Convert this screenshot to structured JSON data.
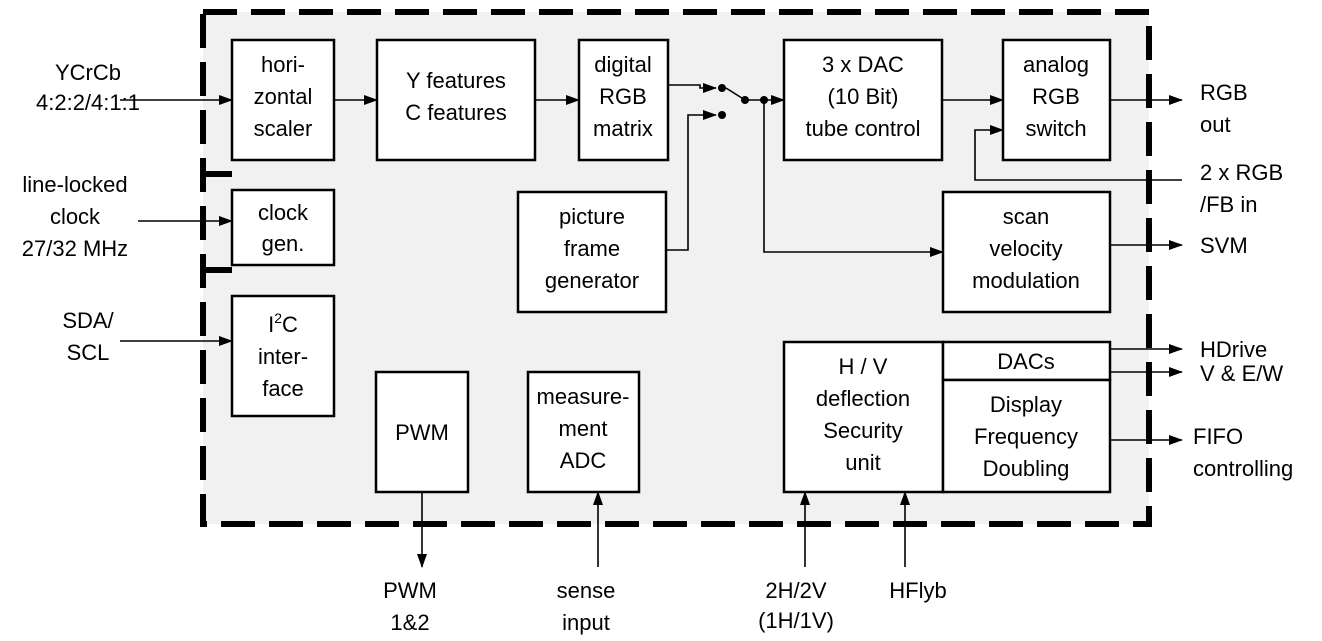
{
  "inputs": {
    "ycrcb": [
      "YCrCb",
      "4:2:2/4:1:1"
    ],
    "clock": [
      "line-locked",
      "clock",
      "27/32 MHz"
    ],
    "sda": [
      "SDA/",
      "SCL"
    ]
  },
  "blocks": {
    "scaler": [
      "hori-",
      "zontal",
      "scaler"
    ],
    "features": [
      "Y features",
      "C features"
    ],
    "matrix": [
      "digital",
      "RGB",
      "matrix"
    ],
    "dac": [
      "3 x DAC",
      "(10 Bit)",
      "tube control"
    ],
    "switch": [
      "analog",
      "RGB",
      "switch"
    ],
    "clockgen": [
      "clock",
      "gen."
    ],
    "picture": [
      "picture",
      "frame",
      "generator"
    ],
    "scan": [
      "scan",
      "velocity",
      "modulation"
    ],
    "i2c": {
      "i": "I",
      "sup": "2",
      "c": "C",
      "line2": "inter-",
      "line3": "face"
    },
    "pwm": [
      "PWM"
    ],
    "adc": [
      "measure-",
      "ment",
      "ADC"
    ],
    "hv": [
      "H / V",
      "deflection",
      "Security",
      "unit"
    ],
    "dacs": [
      "DACs"
    ],
    "display": [
      "Display",
      "Frequency",
      "Doubling"
    ]
  },
  "outputs": {
    "rgb_out": [
      "RGB",
      "out"
    ],
    "rgb_in": [
      "2 x RGB",
      "/FB in"
    ],
    "svm": [
      "SVM"
    ],
    "hdrive": [
      "HDrive"
    ],
    "vew": [
      "V & E/W"
    ],
    "fifo": [
      "FIFO",
      "controlling"
    ]
  },
  "bottom": {
    "pwm": [
      "PWM",
      "1&2"
    ],
    "sense": [
      "sense",
      "input"
    ],
    "hv2": [
      "2H/2V",
      "(1H/1V)"
    ],
    "hflyb": [
      "HFlyb"
    ]
  }
}
